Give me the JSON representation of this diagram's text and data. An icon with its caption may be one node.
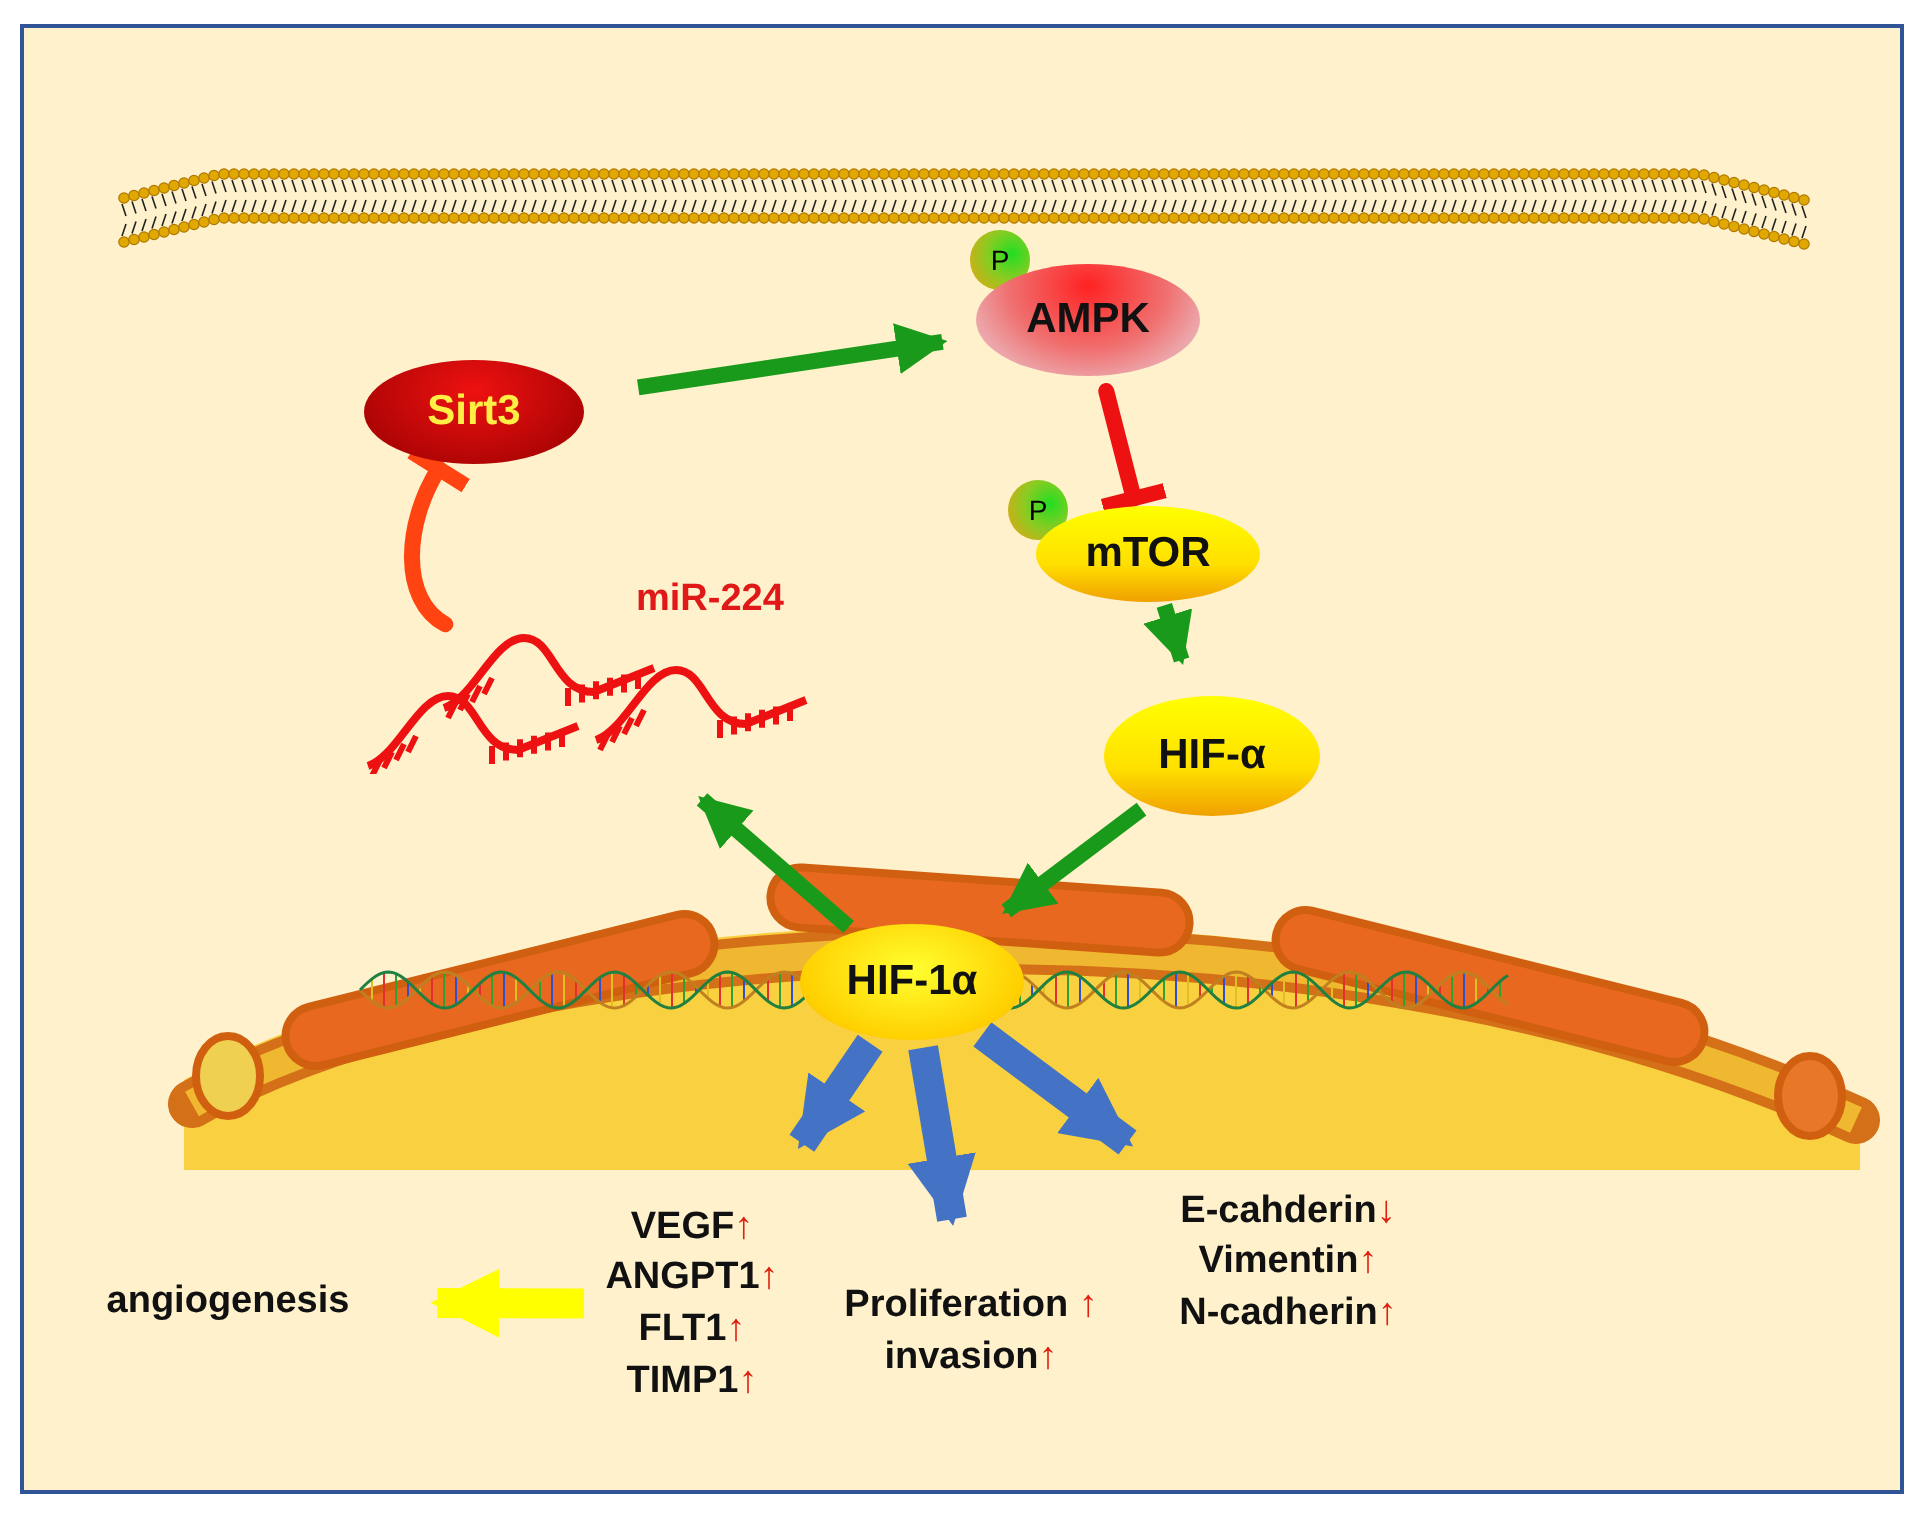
{
  "diagram": {
    "nodes": [
      {
        "text": [
          "P"
        ]
      },
      {
        "text": [
          "AMPK"
        ]
      },
      {
        "text": [
          "Sirt3"
        ]
      },
      {
        "text": [
          "P"
        ]
      },
      {
        "text": [
          "mTOR"
        ]
      },
      {
        "text": [],
        "shape": "picture",
        "beside": [
          "miR-224"
        ]
      },
      {
        "text": [
          "HIF-α"
        ]
      },
      {
        "text": [
          "HIF-1α"
        ]
      },
      {
        "text": [
          "VEGF↑",
          "ANGPT1↑",
          "FLT1↑",
          "TIMP1↑"
        ]
      },
      {
        "text": [
          "Proliferation ↑",
          "invasion↑"
        ]
      },
      {
        "text": [
          "E-cahderin↓",
          "Vimentin↑",
          "N-cadherin↑"
        ]
      },
      {
        "text": [
          "angiogenesis"
        ]
      }
    ],
    "edges": [
      {
        "from": 2,
        "to": 1,
        "arrow": "to"
      },
      {
        "from": 1,
        "to": 4,
        "arrow": "other",
        "color": "#ee1111"
      },
      {
        "from": 4,
        "to": 6,
        "arrow": "to"
      },
      {
        "from": 6,
        "to": 7,
        "arrow": "to"
      },
      {
        "from": 7,
        "to": 5,
        "arrow": "to"
      },
      {
        "from": 5,
        "to": 2,
        "arrow": "other",
        "color": "#ff4411"
      },
      {
        "from": 7,
        "to": 8,
        "arrow": "to",
        "style": "thick",
        "color": "#4472c4"
      },
      {
        "from": 7,
        "to": 9,
        "arrow": "to",
        "style": "thick",
        "color": "#4472c4"
      },
      {
        "from": 7,
        "to": 10,
        "arrow": "to",
        "style": "thick",
        "color": "#4472c4"
      },
      {
        "from": 8,
        "to": 11,
        "arrow": "to",
        "style": "thick",
        "color": "#ffff00"
      }
    ]
  }
}
